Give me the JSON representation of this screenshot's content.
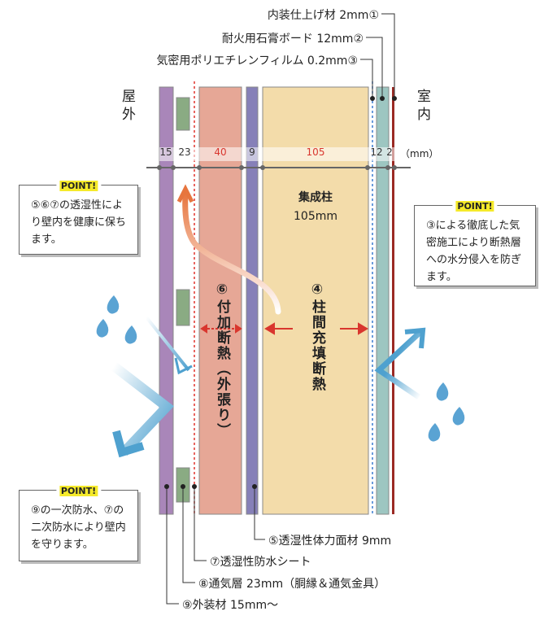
{
  "labels_top": [
    "内装仕上げ材 2mm①",
    "耐火用石膏ボード 12mm②",
    "気密用ポリエチレンフィルム 0.2mm③"
  ],
  "side_outdoor": "屋外",
  "side_indoor": "室内",
  "dimensions": [
    "15",
    "23",
    "40",
    "9",
    "105",
    "12",
    "2"
  ],
  "unit": "（mm）",
  "column_label": "集成柱",
  "column_size": "105mm",
  "outer_insulation": "⑥付加断熱（外張り）",
  "cavity_insulation": "④柱間充填断熱",
  "points": [
    {
      "badge": "POINT!",
      "text": "⑤⑥⑦の透湿性により壁内を健康に保ちます。"
    },
    {
      "badge": "POINT!",
      "text": "③による徹底した気密施工により断熱層への水分侵入を防ぎます。"
    },
    {
      "badge": "POINT!",
      "text": "⑨の一次防水、⑦の二次防水により壁内を守ります。"
    }
  ],
  "labels_bottom": [
    "⑤透湿性体力面材 9mm",
    "⑦透湿性防水シート",
    "⑧通気層 23mm（胴縁＆通気金具）",
    "⑨外装材 15mm～"
  ],
  "colors": {
    "siding": "#a986b9",
    "batten": "#8aab83",
    "outer_insulation": "#e6a796",
    "panel": "#8680b8",
    "cavity": "#f3dcaa",
    "gypsum": "#9dc6c1",
    "finish": "#9b2a24",
    "accent_red": "#d9362e",
    "water": "#4fa1cf",
    "point_highlight": "#f5ea2a"
  }
}
